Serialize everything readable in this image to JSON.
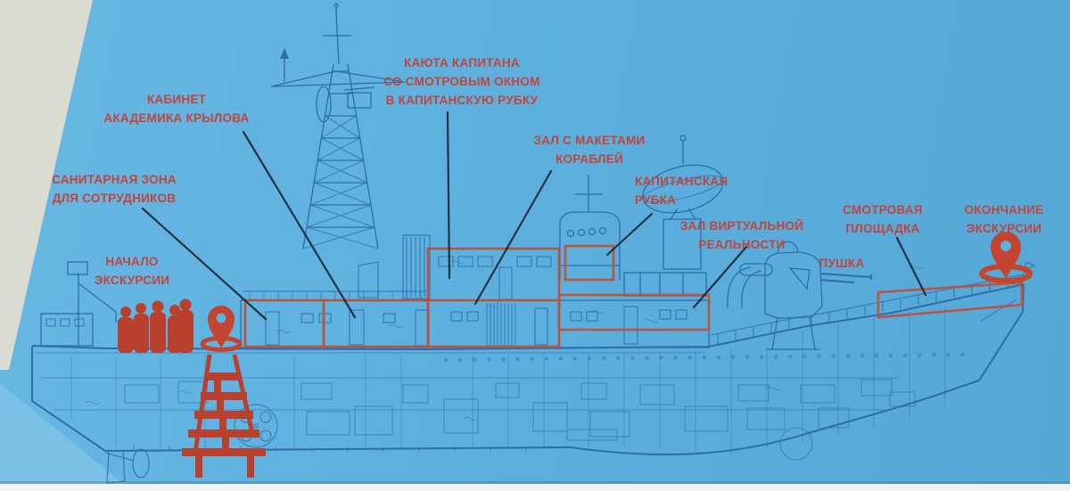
{
  "poster": {
    "type": "ship-excursion-blueprint",
    "language": "ru"
  },
  "annotations": {
    "start": {
      "line1": "НАЧАЛО",
      "line2": "ЭКСКУРСИИ"
    },
    "sanitary": {
      "line1": "САНИТАРНАЯ ЗОНА",
      "line2": "ДЛЯ СОТРУДНИКОВ"
    },
    "cabinet": {
      "line1": "КАБИНЕТ",
      "line2": "АКАДЕМИКА КРЫЛОВА"
    },
    "captain_cabin": {
      "line1": "КАЮТА КАПИТАНА",
      "line2": "СО СМОТРОВЫМ ОКНОМ",
      "line3": "В КАПИТАНСКУЮ РУБКУ"
    },
    "models_hall": {
      "line1": "ЗАЛ С МАКЕТАМИ",
      "line2": "КОРАБЛЕЙ"
    },
    "bridge": {
      "line1": "КАПИТАНСКАЯ",
      "line2": "РУБКА"
    },
    "vr_hall": {
      "line1": "ЗАЛ ВИРТУАЛЬНОЙ",
      "line2": "РЕАЛЬНОСТИ"
    },
    "cannon": {
      "line1": "ПУШКА"
    },
    "observation": {
      "line1": "СМОТРОВАЯ",
      "line2": "ПЛОЩАДКА"
    },
    "end": {
      "line1": "ОКОНЧАНИЕ",
      "line2": "ЭКСКУРСИИ"
    }
  },
  "icons": {
    "start_pin": "location-pin",
    "end_pin": "location-pin",
    "tour_group": "people-silhouettes",
    "gangway": "stairs-ladder"
  },
  "colors": {
    "background": "#5fb0dd",
    "banner_light": "#7fc3e5",
    "wall_corner": "#dadcd2",
    "footer_strip": "#f2f3ef",
    "blueprint_line": "#2f6cae",
    "annotation_text": "#c2443a",
    "room_outline_red": "#c05138",
    "marker_red": "#b8402c",
    "leader_line": "#1b2836"
  }
}
